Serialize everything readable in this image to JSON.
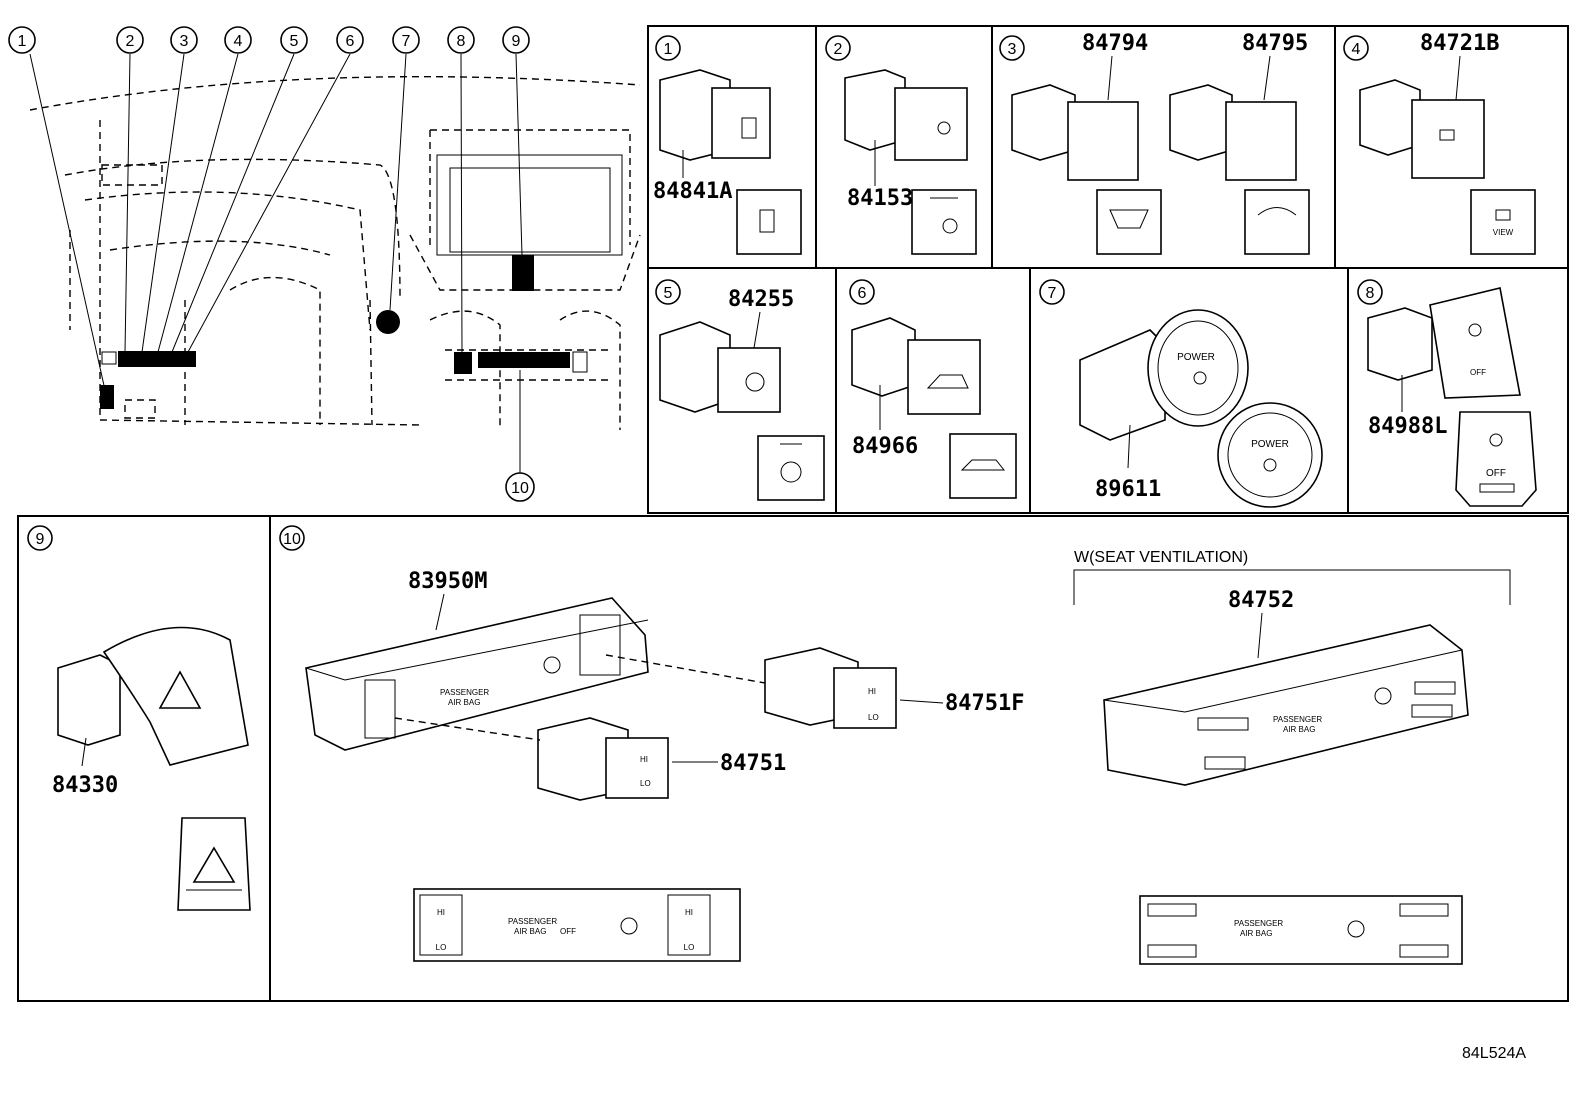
{
  "callouts": [
    "1",
    "2",
    "3",
    "4",
    "5",
    "6",
    "7",
    "8",
    "9",
    "10"
  ],
  "panels": {
    "p1": {
      "number": "1",
      "parts": [
        "84841A"
      ]
    },
    "p2": {
      "number": "2",
      "parts": [
        "84153"
      ]
    },
    "p3": {
      "number": "3",
      "parts": [
        "84794",
        "84795"
      ]
    },
    "p4": {
      "number": "4",
      "parts": [
        "84721B"
      ],
      "view_label": "VIEW"
    },
    "p5": {
      "number": "5",
      "parts": [
        "84255"
      ]
    },
    "p6": {
      "number": "6",
      "parts": [
        "84966"
      ]
    },
    "p7": {
      "number": "7",
      "parts": [
        "89611"
      ],
      "power_label": "POWER"
    },
    "p8": {
      "number": "8",
      "parts": [
        "84988L"
      ],
      "off_label": "OFF"
    },
    "p9": {
      "number": "9",
      "parts": [
        "84330"
      ]
    },
    "p10": {
      "number": "10",
      "parts": [
        "83950M",
        "84751F",
        "84751",
        "84752"
      ],
      "variant_heading": "W(SEAT VENTILATION)",
      "airbag_line1": "PASSENGER",
      "airbag_line2": "AIR BAG",
      "off_label": "OFF",
      "hi_label": "HI",
      "lo_label": "LO"
    }
  },
  "figure_ref": "84L524A"
}
